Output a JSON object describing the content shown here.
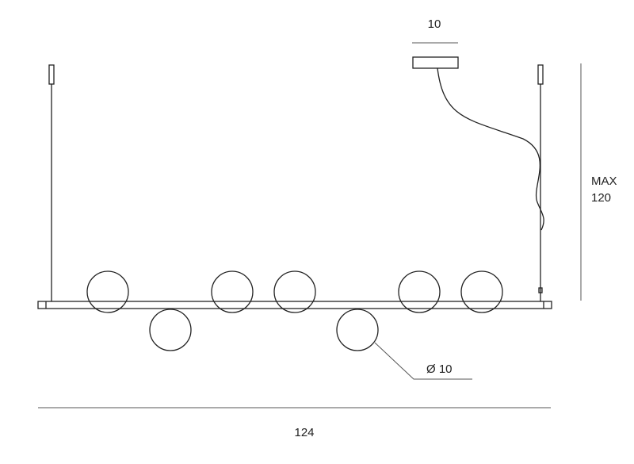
{
  "dimensions": {
    "canopy_width": "10",
    "max_height_line1": "MAX",
    "max_height_line2": "120",
    "globe_diameter": "Ø 10",
    "total_length": "124"
  },
  "colors": {
    "stroke": "#222222",
    "dimension_line": "#555555",
    "background": "#ffffff"
  }
}
